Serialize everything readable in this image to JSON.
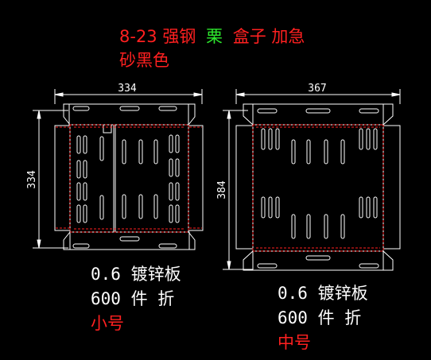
{
  "title": {
    "part1": "8-23 强钢",
    "part2": "栗",
    "part3": "盒子 加急",
    "line2": "砂黑色",
    "colors": {
      "red": "#ff2020",
      "green": "#2ee82e"
    }
  },
  "small": {
    "width_dim": "334",
    "height_dim": "334",
    "material": "0.6 镀锌板",
    "qty": "600 件 折",
    "size_label": "小号"
  },
  "medium": {
    "width_dim": "367",
    "height_dim": "384",
    "material": "0.6 镀锌板",
    "qty": "600 件 折",
    "size_label": "中号"
  },
  "colors": {
    "background": "#000000",
    "outline": "#ffffff",
    "fold_line": "#ff2020",
    "text": "#ffffff"
  }
}
